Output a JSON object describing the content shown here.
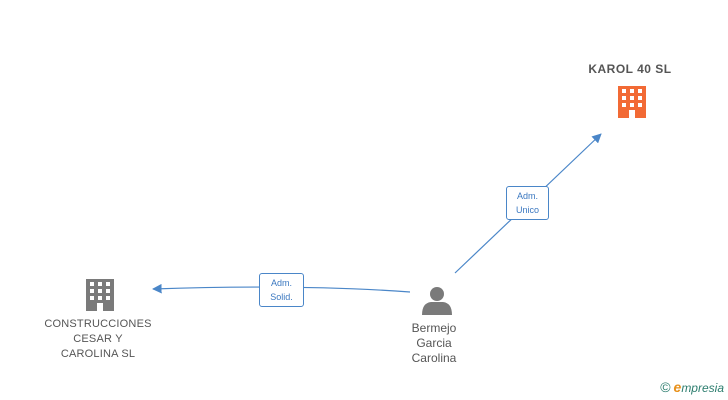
{
  "nodes": {
    "karol": {
      "label": "KAROL 40  SL",
      "color": "#f26a35"
    },
    "construcciones": {
      "lines": [
        "CONSTRUCCIONES",
        "CESAR Y",
        "CAROLINA SL"
      ],
      "color": "#7a7a7a"
    },
    "bermejo": {
      "lines": [
        "Bermejo",
        "Garcia",
        "Carolina"
      ],
      "color": "#7a7a7a"
    }
  },
  "edges": {
    "to_karol": {
      "lines": [
        "Adm.",
        "Unico"
      ]
    },
    "to_construcciones": {
      "lines": [
        "Adm.",
        "Solid."
      ]
    }
  },
  "edge_color": "#4a86c8",
  "watermark": {
    "symbol": "©",
    "brand_initial": "e",
    "brand_rest": "mpresia"
  }
}
